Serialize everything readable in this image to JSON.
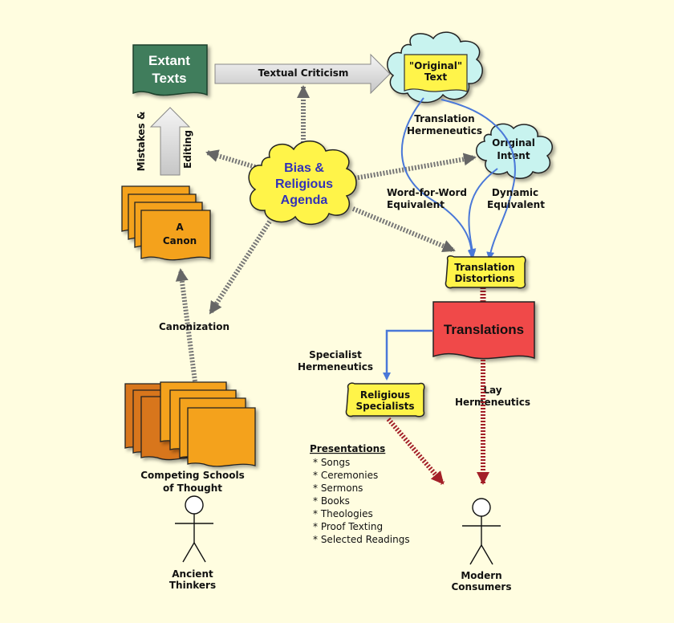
{
  "nodes": {
    "extant_texts": [
      "Extant",
      "Texts"
    ],
    "original_text": [
      "\"Original\"",
      "Text"
    ],
    "original_intent": [
      "Original",
      "Intent"
    ],
    "bias_agenda": [
      "Bias &",
      "Religious",
      "Agenda"
    ],
    "a_canon": [
      "A",
      "Canon"
    ],
    "translation_distortions": [
      "Translation",
      "Distortions"
    ],
    "translations": "Translations",
    "religious_specialists": [
      "Religious",
      "Specialists"
    ],
    "competing_schools": [
      "Competing Schools",
      "of Thought"
    ],
    "ancient_thinkers": [
      "Ancient",
      "Thinkers"
    ],
    "modern_consumers": [
      "Modern",
      "Consumers"
    ]
  },
  "labels": {
    "textual_criticism": "Textual Criticism",
    "mistakes": "Mistakes &",
    "editing": "Editing",
    "translation_hermeneutics": [
      "Translation",
      "Hermeneutics"
    ],
    "word_for_word": [
      "Word-for-Word",
      "Equivalent"
    ],
    "dynamic": [
      "Dynamic",
      "Equivalent"
    ],
    "canonization": "Canonization",
    "specialist_hermeneutics": [
      "Specialist",
      "Hermeneutics"
    ],
    "lay_hermeneutics": [
      "Lay",
      "Hermeneutics"
    ]
  },
  "presentations": {
    "heading": "Presentations",
    "colon": ":",
    "items": [
      "* Songs",
      "* Ceremonies",
      "* Sermons",
      "* Books",
      "* Theologies",
      "* Proof Texting",
      "* Selected Readings"
    ]
  },
  "colors": {
    "background": "#fffde0",
    "extant_green": "#3f7d5c",
    "cloud_cyan": "#c8f3ef",
    "yellow": "#fff44a",
    "orange": "#f4a21e",
    "red": "#f04848",
    "blue_arrow": "#4a78d8",
    "dark_red_arrow": "#a32028",
    "intent_purple": "#b0308a"
  }
}
